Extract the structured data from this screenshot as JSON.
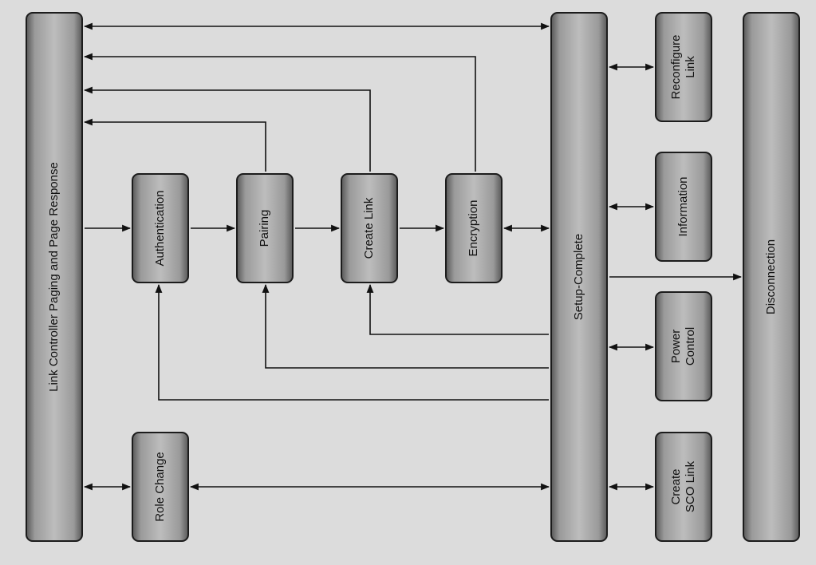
{
  "diagram": {
    "nodes": {
      "link_controller": {
        "label": "Link Controller Paging and Page Response"
      },
      "authentication": {
        "label": "Authentication"
      },
      "pairing": {
        "label": "Pairing"
      },
      "create_link": {
        "label": "Create Link"
      },
      "encryption": {
        "label": "Encryption"
      },
      "role_change": {
        "label": "Role Change"
      },
      "setup_complete": {
        "label": "Setup-Complete"
      },
      "reconfigure_link": {
        "line1": "Reconfigure",
        "line2": "Link"
      },
      "information": {
        "label": "Information"
      },
      "power_control": {
        "line1": "Power",
        "line2": "Control"
      },
      "create_sco_link": {
        "line1": "Create",
        "line2": "SCO Link"
      },
      "disconnection": {
        "label": "Disconnection"
      }
    },
    "edges": [
      {
        "from": "link_controller",
        "to": "setup_complete",
        "bidirectional": true
      },
      {
        "from": "encryption",
        "to": "link_controller"
      },
      {
        "from": "create_link",
        "to": "link_controller"
      },
      {
        "from": "pairing",
        "to": "link_controller"
      },
      {
        "from": "link_controller",
        "to": "authentication"
      },
      {
        "from": "authentication",
        "to": "pairing"
      },
      {
        "from": "pairing",
        "to": "create_link"
      },
      {
        "from": "create_link",
        "to": "encryption"
      },
      {
        "from": "encryption",
        "to": "setup_complete",
        "bidirectional": true
      },
      {
        "from": "setup_complete",
        "to": "create_link"
      },
      {
        "from": "setup_complete",
        "to": "pairing"
      },
      {
        "from": "setup_complete",
        "to": "authentication"
      },
      {
        "from": "link_controller",
        "to": "role_change",
        "bidirectional": true
      },
      {
        "from": "role_change",
        "to": "setup_complete",
        "bidirectional": true
      },
      {
        "from": "setup_complete",
        "to": "reconfigure_link",
        "bidirectional": true
      },
      {
        "from": "setup_complete",
        "to": "information",
        "bidirectional": true
      },
      {
        "from": "setup_complete",
        "to": "power_control",
        "bidirectional": true
      },
      {
        "from": "setup_complete",
        "to": "create_sco_link",
        "bidirectional": true
      },
      {
        "from": "setup_complete",
        "to": "disconnection"
      }
    ]
  }
}
